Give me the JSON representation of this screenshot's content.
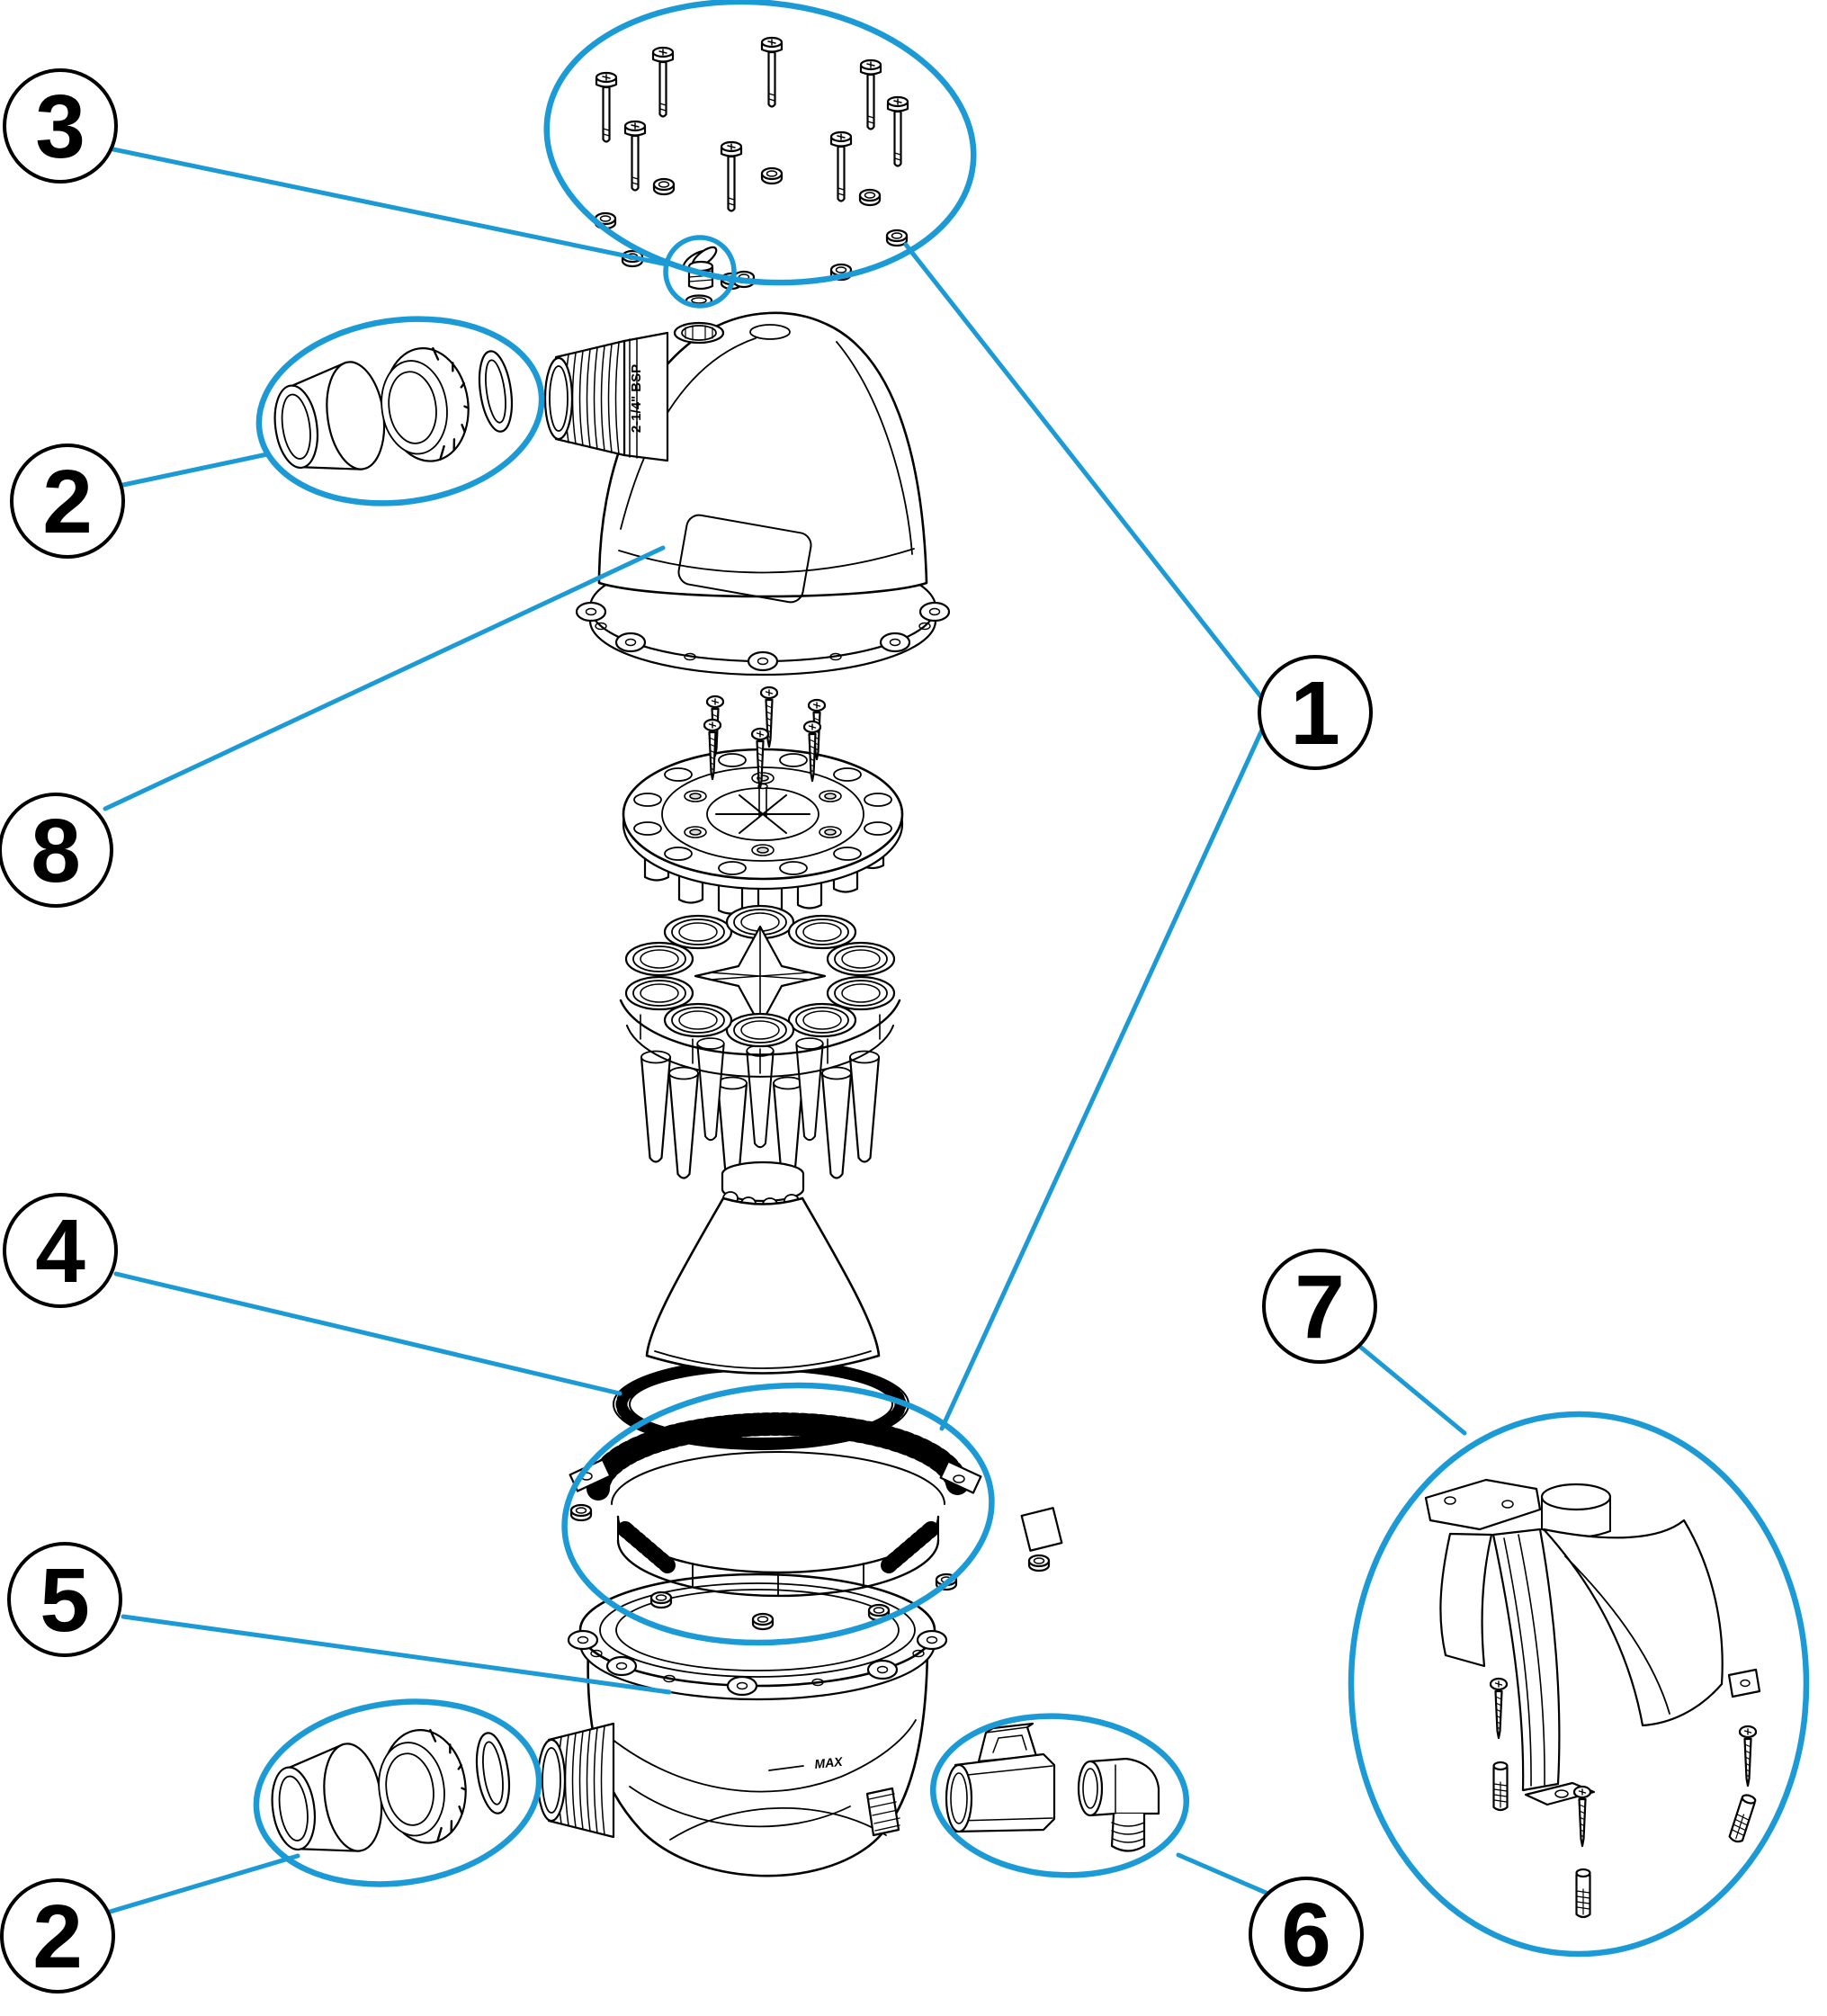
{
  "diagram": {
    "background": "#ffffff",
    "accent_color": "#1b9ad5",
    "ink_color": "#000000",
    "callouts": [
      {
        "number": "3"
      },
      {
        "number": "2"
      },
      {
        "number": "8"
      },
      {
        "number": "4"
      },
      {
        "number": "5"
      },
      {
        "number": "2"
      },
      {
        "number": "1"
      },
      {
        "number": "7"
      },
      {
        "number": "6"
      }
    ],
    "labels": {
      "outlet_thread": "2-1/4\" BSP",
      "max_level": "MAX"
    }
  }
}
